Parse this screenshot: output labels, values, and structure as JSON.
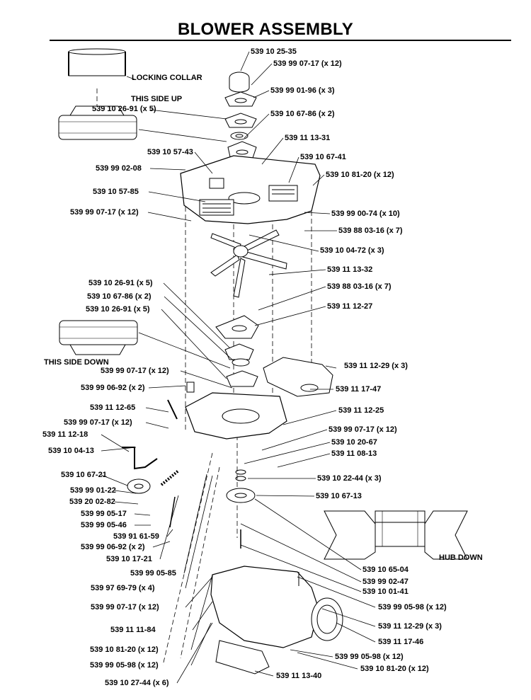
{
  "title": "BLOWER ASSEMBLY",
  "notes": {
    "locking_collar": "LOCKING COLLAR",
    "this_side_up": "THIS SIDE UP",
    "this_side_down": "THIS SIDE DOWN",
    "hub_down": "HUB DOWN"
  },
  "callouts": [
    {
      "part": "539 10 25-35",
      "qty": ""
    },
    {
      "part": "539 99 07-17",
      "qty": "(x 12)"
    },
    {
      "part": "539 99 01-96",
      "qty": "(x 3)"
    },
    {
      "part": "539 10 26-91",
      "qty": "(x 5)"
    },
    {
      "part": "539 10 67-86",
      "qty": "(x 2)"
    },
    {
      "part": "539 11 13-31",
      "qty": ""
    },
    {
      "part": "539 10 57-43",
      "qty": ""
    },
    {
      "part": "539 10 67-41",
      "qty": ""
    },
    {
      "part": "539 99 02-08",
      "qty": ""
    },
    {
      "part": "539 10 81-20",
      "qty": "(x 12)"
    },
    {
      "part": "539 10 57-85",
      "qty": ""
    },
    {
      "part": "539 99 07-17",
      "qty": "(x 12)"
    },
    {
      "part": "539 99 00-74",
      "qty": "(x 10)"
    },
    {
      "part": "539 88 03-16",
      "qty": "(x 7)"
    },
    {
      "part": "539 10 04-72",
      "qty": "(x 3)"
    },
    {
      "part": "539 11 13-32",
      "qty": ""
    },
    {
      "part": "539 10 26-91",
      "qty": "(x 5)"
    },
    {
      "part": "539 88 03-16",
      "qty": "(x 7)"
    },
    {
      "part": "539 10 67-86",
      "qty": "(x 2)"
    },
    {
      "part": "539 10 26-91",
      "qty": "(x 5)"
    },
    {
      "part": "539 11 12-27",
      "qty": ""
    },
    {
      "part": "539 11 12-29",
      "qty": "(x 3)"
    },
    {
      "part": "539 99 07-17",
      "qty": "(x 12)"
    },
    {
      "part": "539 99 06-92",
      "qty": "(x 2)"
    },
    {
      "part": "539 11 17-47",
      "qty": ""
    },
    {
      "part": "539 11 12-65",
      "qty": ""
    },
    {
      "part": "539 11 12-25",
      "qty": ""
    },
    {
      "part": "539 99 07-17",
      "qty": "(x 12)"
    },
    {
      "part": "539 99 07-17",
      "qty": "(x 12)"
    },
    {
      "part": "539 11 12-18",
      "qty": ""
    },
    {
      "part": "539 10 20-67",
      "qty": ""
    },
    {
      "part": "539 10 04-13",
      "qty": ""
    },
    {
      "part": "539 11 08-13",
      "qty": ""
    },
    {
      "part": "539 10 67-21",
      "qty": ""
    },
    {
      "part": "539 10 22-44",
      "qty": "(x 3)"
    },
    {
      "part": "539 99 01-22",
      "qty": ""
    },
    {
      "part": "539 10 67-13",
      "qty": ""
    },
    {
      "part": "539 20 02-82",
      "qty": ""
    },
    {
      "part": "539 99 05-17",
      "qty": ""
    },
    {
      "part": "539 99 05-46",
      "qty": ""
    },
    {
      "part": "539 91 61-59",
      "qty": ""
    },
    {
      "part": "539 99 06-92",
      "qty": "(x 2)"
    },
    {
      "part": "539 10 17-21",
      "qty": ""
    },
    {
      "part": "539 99 05-85",
      "qty": ""
    },
    {
      "part": "539 10 65-04",
      "qty": ""
    },
    {
      "part": "539 99 02-47",
      "qty": ""
    },
    {
      "part": "539 97 69-79",
      "qty": "(x 4)"
    },
    {
      "part": "539 10 01-41",
      "qty": ""
    },
    {
      "part": "539 99 07-17",
      "qty": "(x 12)"
    },
    {
      "part": "539 99 05-98",
      "qty": "(x 12)"
    },
    {
      "part": "539 11 11-84",
      "qty": ""
    },
    {
      "part": "539 11 12-29",
      "qty": "(x 3)"
    },
    {
      "part": "539 11 17-46",
      "qty": ""
    },
    {
      "part": "539 10 81-20",
      "qty": "(x 12)"
    },
    {
      "part": "539 99 05-98",
      "qty": "(x 12)"
    },
    {
      "part": "539 99 05-98",
      "qty": "(x 12)"
    },
    {
      "part": "539 10 81-20",
      "qty": "(x 12)"
    },
    {
      "part": "539 10 27-44",
      "qty": "(x 6)"
    },
    {
      "part": "539 11 13-40",
      "qty": ""
    }
  ]
}
